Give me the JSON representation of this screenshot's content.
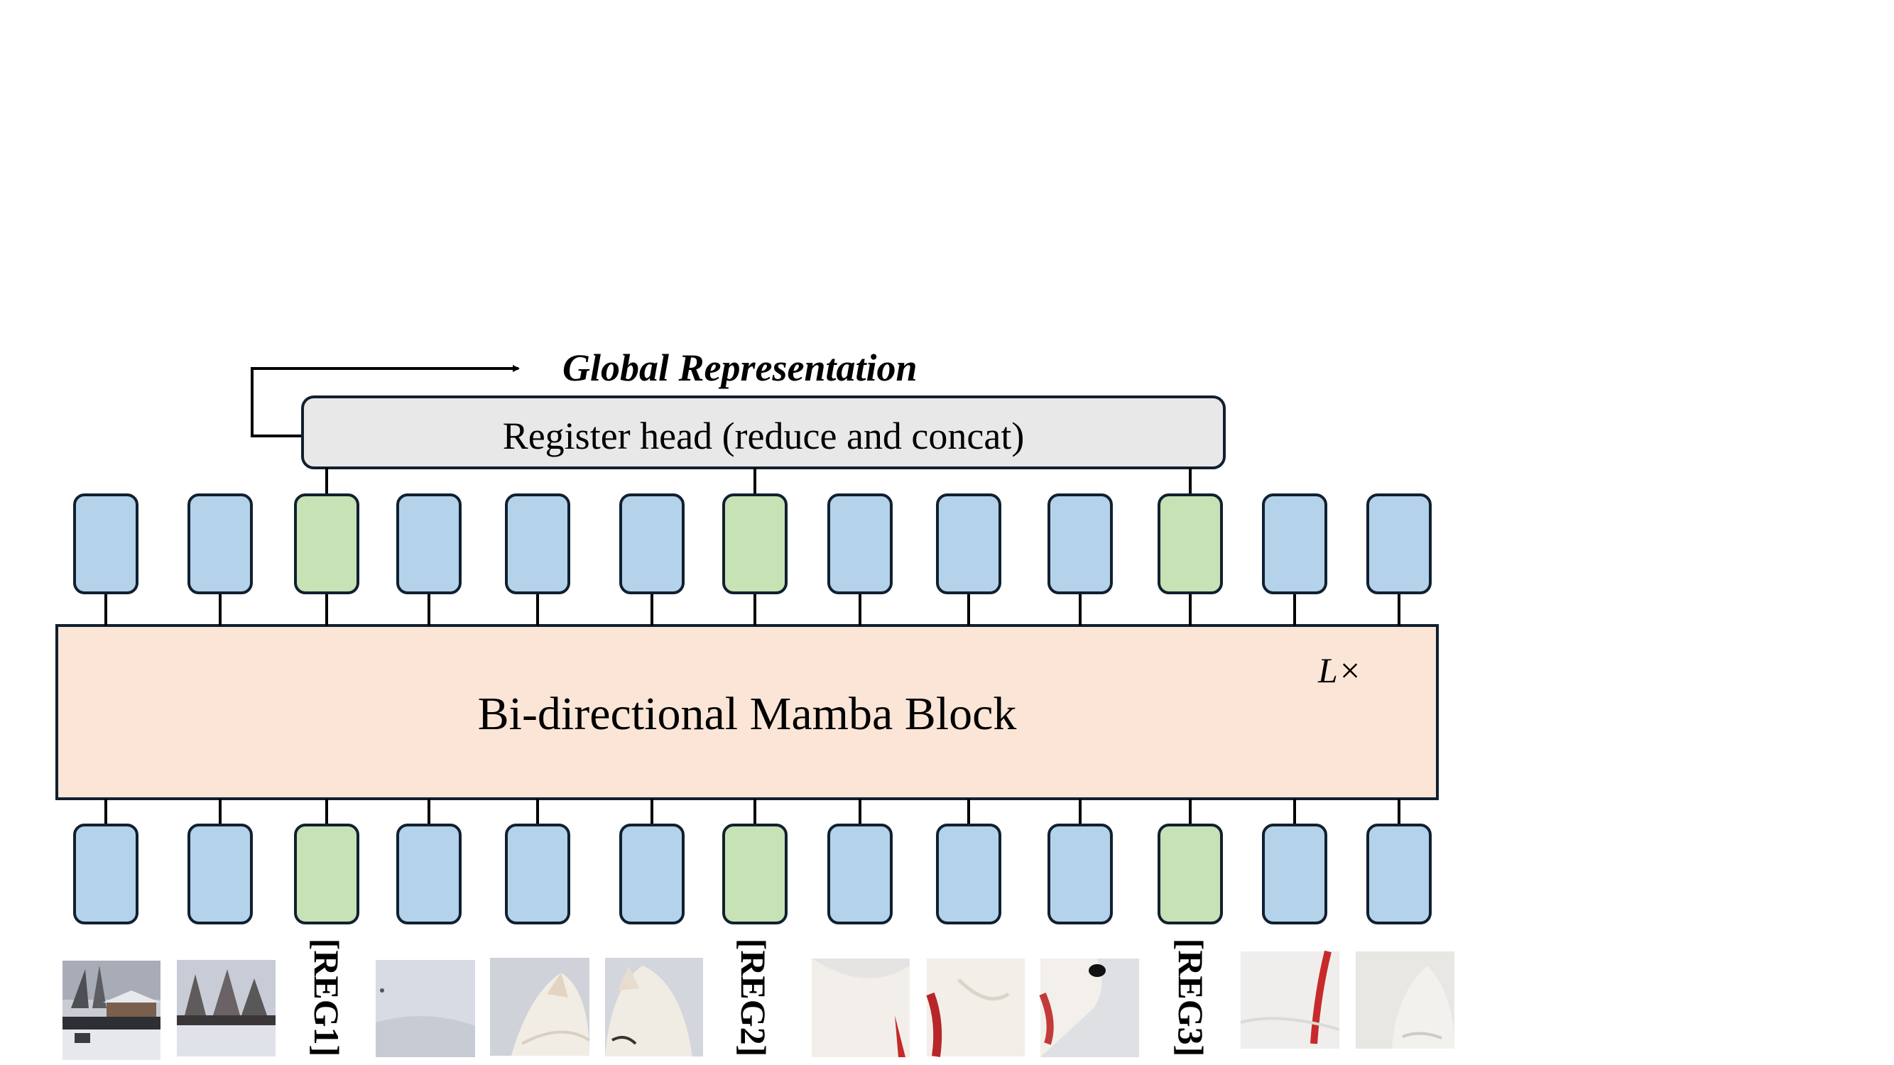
{
  "global_representation": "Global Representation",
  "register_head": "Register head (reduce and concat)",
  "mamba_block": "Bi-directional Mamba Block",
  "repeat": "L×",
  "register_tokens": [
    "[REG1]",
    "[REG2]",
    "[REG3]"
  ],
  "token_sequence": [
    "patch",
    "patch",
    "register",
    "patch",
    "patch",
    "patch",
    "register",
    "patch",
    "patch",
    "patch",
    "register",
    "patch",
    "patch"
  ],
  "colors": {
    "patch_token": "#b4d2ea",
    "register_token": "#c7e2b5",
    "token_border": "#102030",
    "mamba_block": "#fbe5d6",
    "register_head": "#e8e8e8"
  },
  "image_patches": [
    {
      "name": "patch-snowy-houses",
      "desc": "snow"
    },
    {
      "name": "patch-snowy-trees",
      "desc": "snow"
    },
    {
      "name": "patch-snow-ground",
      "desc": "snow"
    },
    {
      "name": "patch-dog-ear",
      "desc": "dog"
    },
    {
      "name": "patch-dog-face",
      "desc": "dog"
    },
    {
      "name": "patch-dog-fur",
      "desc": "dog"
    },
    {
      "name": "patch-dog-leash",
      "desc": "dog"
    },
    {
      "name": "patch-dog-mouth",
      "desc": "dog"
    },
    {
      "name": "patch-dog-leash-snow",
      "desc": "dog"
    },
    {
      "name": "patch-dog-paw",
      "desc": "dog"
    }
  ]
}
